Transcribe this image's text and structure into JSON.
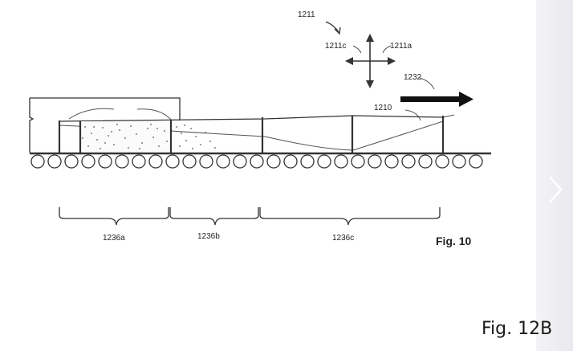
{
  "diagram": {
    "labels": {
      "ref_1211": "1211",
      "ref_1211c": "1211c",
      "ref_1211a": "1211a",
      "ref_1232": "1232",
      "ref_1210": "1210",
      "ref_1236a": "1236a",
      "ref_1236b": "1236b",
      "ref_1236c": "1236c",
      "fig_inner": "Fig. 10"
    }
  },
  "caption": "Fig. 12B",
  "navigation": {
    "next_icon": "chevron-right-icon"
  }
}
